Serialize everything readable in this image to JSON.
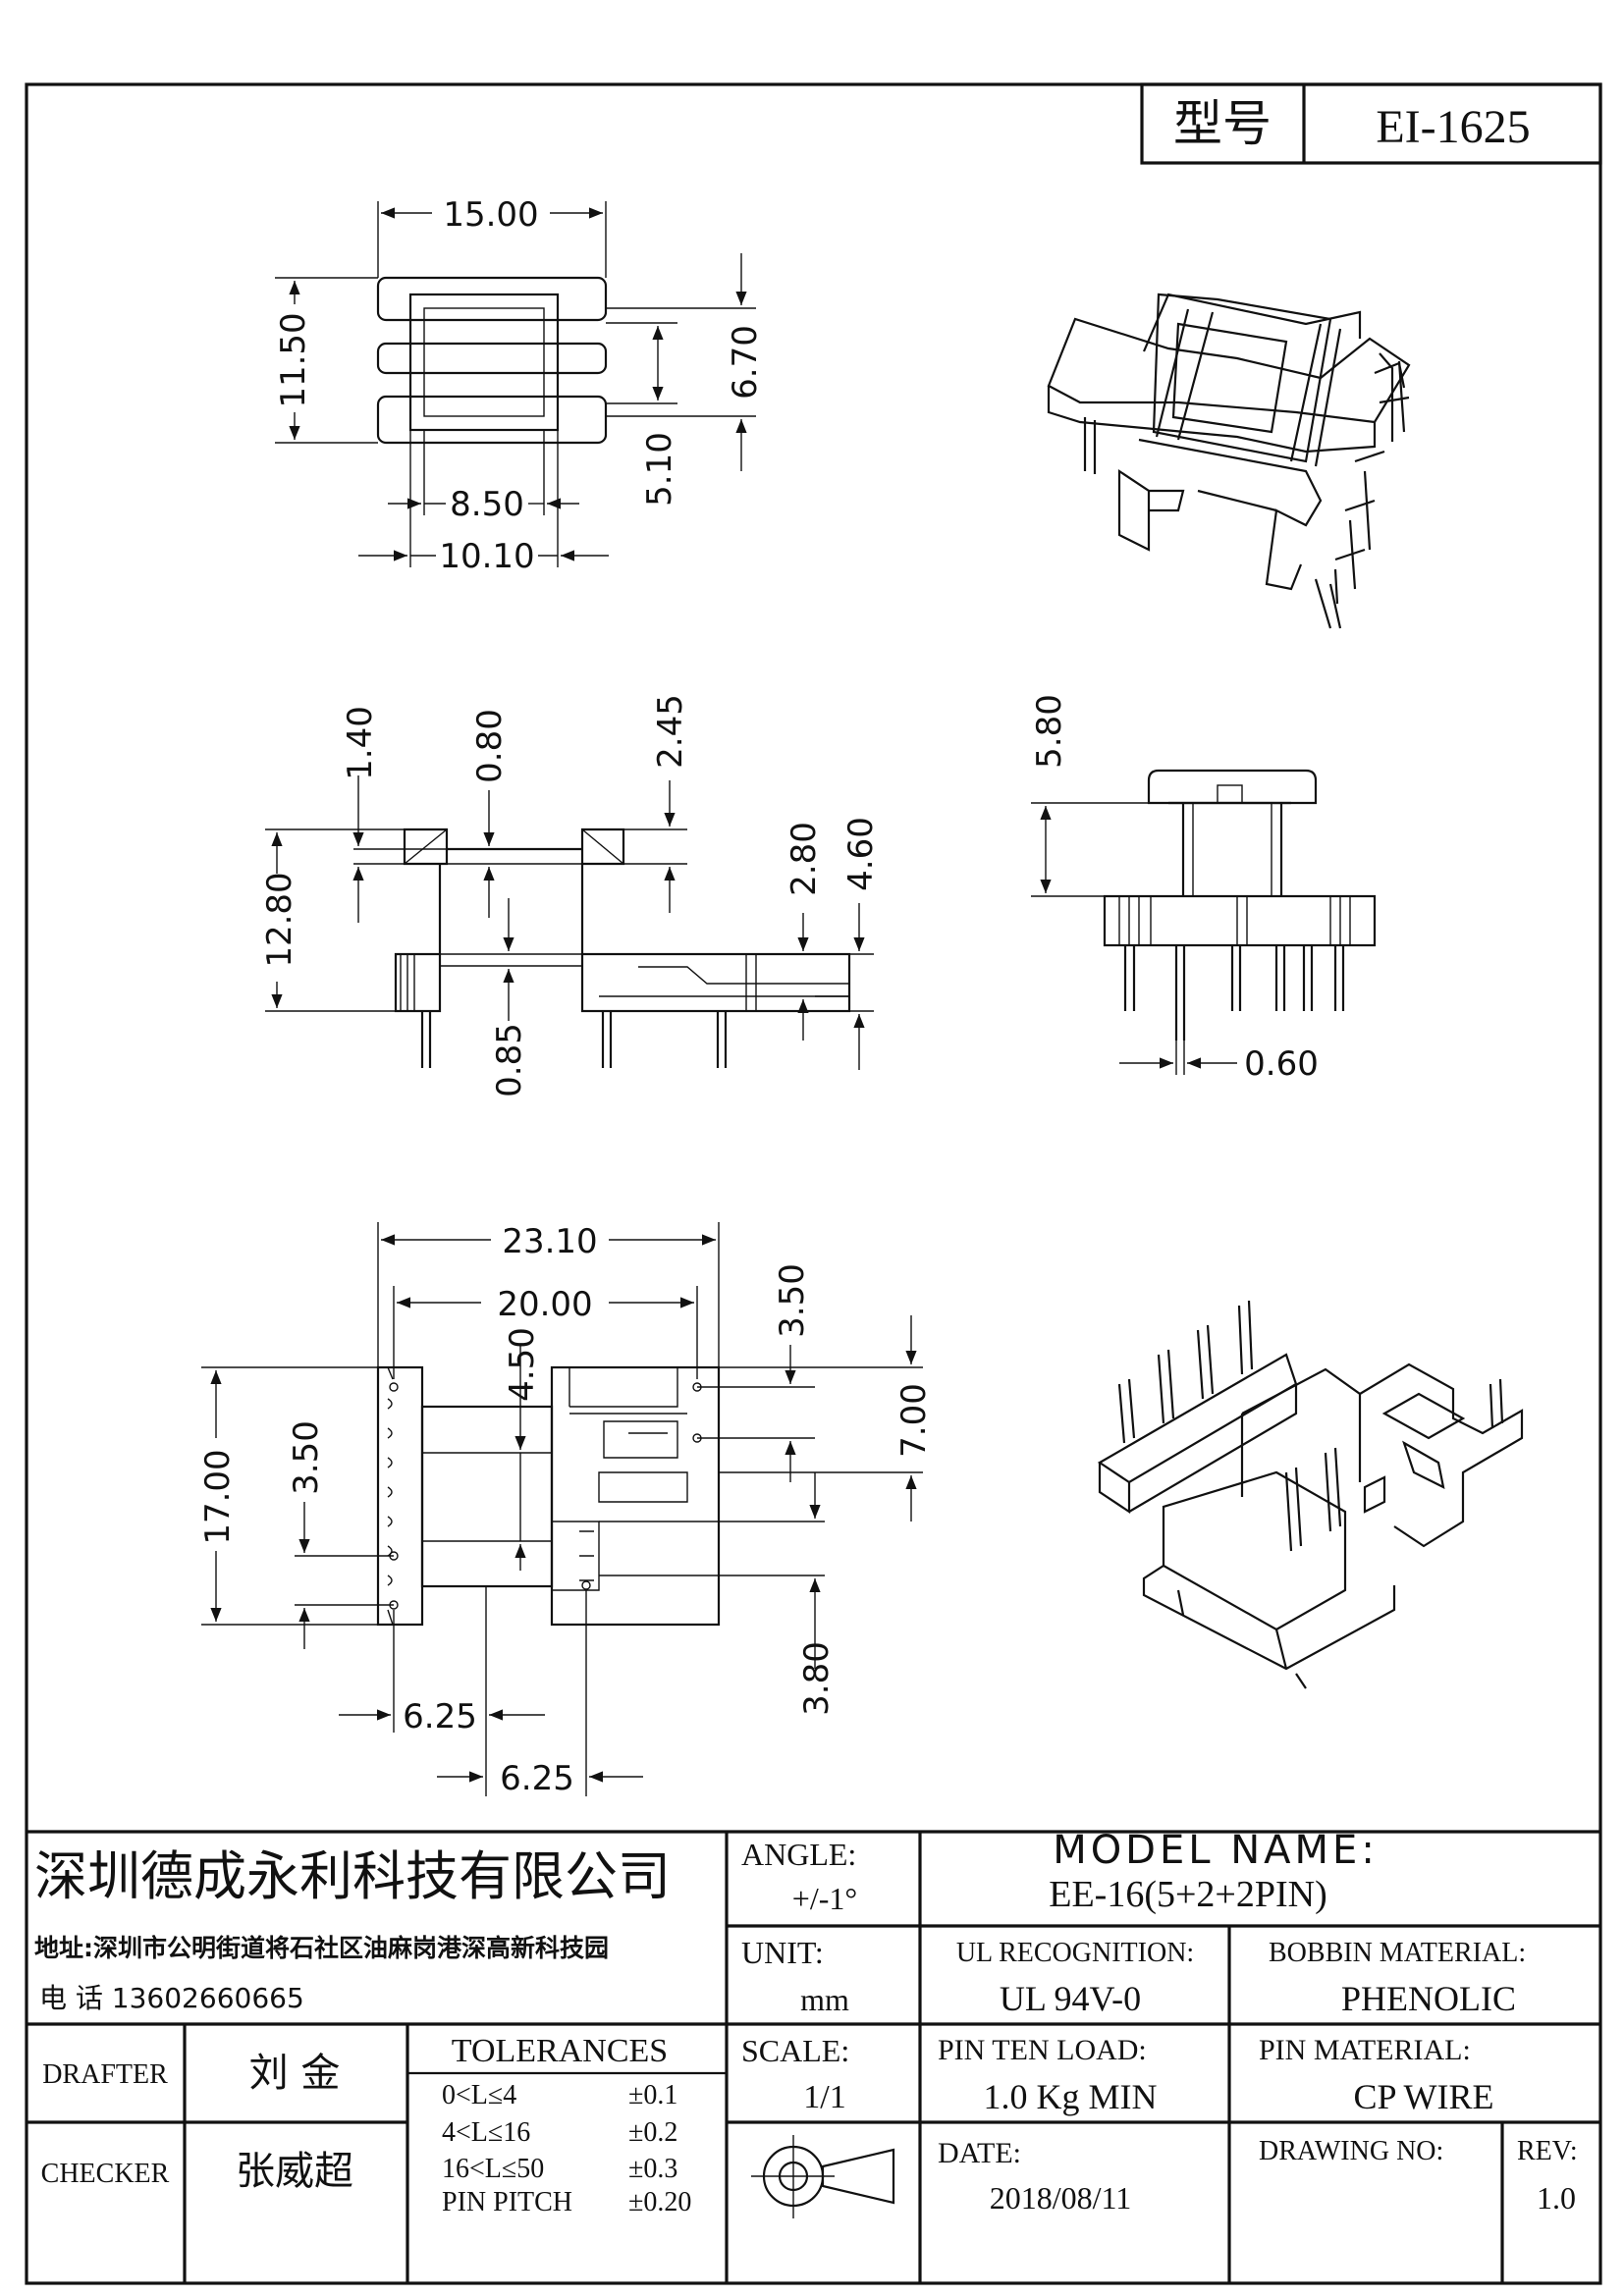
{
  "title_block": {
    "model_key": "型号",
    "model_value": "EI-1625",
    "company": "深圳德成永利科技有限公司",
    "address": "地址:深圳市公明街道将石社区油麻岗港深高新科技园",
    "phone": "电 话 13602660665",
    "angle_label": "ANGLE:",
    "angle_value": "+/-1°",
    "model_name_label": "MODEL NAME:",
    "model_name_value": "EE-16(5+2+2PIN)",
    "unit_label": "UNIT:",
    "unit_value": "mm",
    "ul_label": "UL RECOGNITION:",
    "ul_value": "UL 94V-0",
    "bobbin_label": "BOBBIN MATERIAL:",
    "bobbin_value": "PHENOLIC",
    "drafter_label": "DRAFTER",
    "drafter_value": "刘 金",
    "checker_label": "CHECKER",
    "checker_value": "张威超",
    "tolerances_label": "TOLERANCES",
    "tolerances": [
      {
        "range": "0<L≤4",
        "value": "±0.1"
      },
      {
        "range": "4<L≤16",
        "value": "±0.2"
      },
      {
        "range": "16<L≤50",
        "value": "±0.3"
      },
      {
        "range": "PIN PITCH",
        "value": "±0.20"
      }
    ],
    "scale_label": "SCALE:",
    "scale_value": "1/1",
    "pin_load_label": "PIN TEN LOAD:",
    "pin_load_value": "1.0 Kg MIN",
    "pin_material_label": "PIN MATERIAL:",
    "pin_material_value": "CP WIRE",
    "date_label": "DATE:",
    "date_value": "2018/08/11",
    "drawing_no_label": "DRAWING NO:",
    "rev_label": "REV:",
    "rev_value": "1.0"
  },
  "dimensions": {
    "top_view": {
      "width": "15.00",
      "height": "11.50",
      "inner_height": "6.70",
      "window_height": "5.10",
      "window_width": "8.50",
      "flange_width": "10.10"
    },
    "side_view": {
      "flange": "1.40",
      "wall": "0.80",
      "step": "2.45",
      "total_height": "12.80",
      "base_inner": "2.80",
      "base_total": "4.60",
      "base_floor": "0.85"
    },
    "end_view": {
      "top_height": "5.80",
      "pin_diameter": "0.60"
    },
    "bottom_view": {
      "overall_length": "23.10",
      "pin_row_length": "20.00",
      "pin_offset": "3.50",
      "slot_width": "4.50",
      "right_height": "7.00",
      "total_width": "17.00",
      "left_pitch": "3.50",
      "lower_offset": "3.80",
      "pitch_a": "6.25",
      "pitch_b": "6.25"
    }
  }
}
